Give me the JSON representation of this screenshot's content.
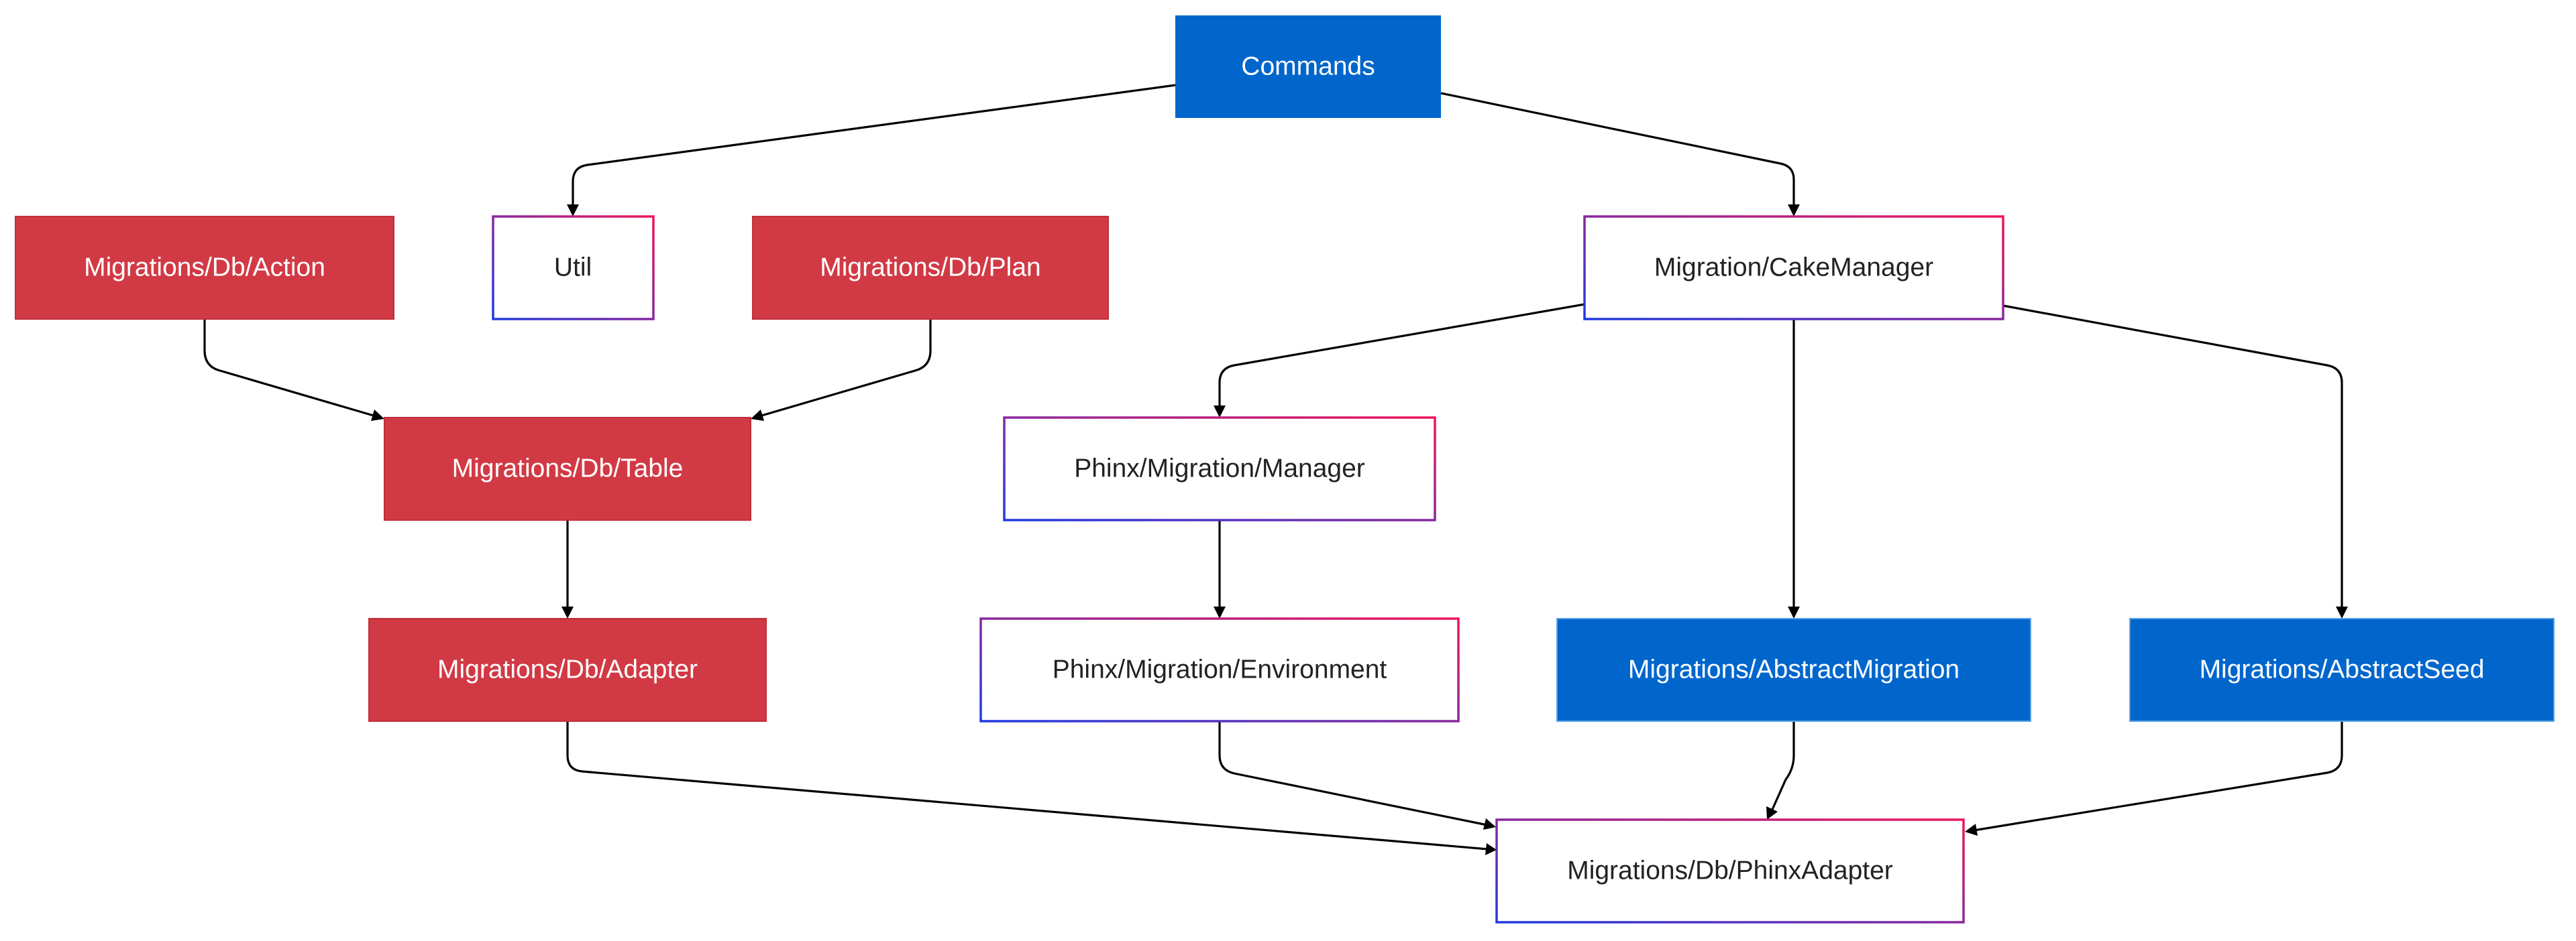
{
  "colors": {
    "blue_fill": "#0066CC",
    "red_fill": "#D13A45",
    "outline_start": "#1F3BE0",
    "outline_end": "#F0145A",
    "edge": "#000000",
    "text_on_fill": "#FFFFFF",
    "text_on_white": "#222222"
  },
  "nodes": {
    "commands": {
      "label": "Commands",
      "style": "blue"
    },
    "util": {
      "label": "Util",
      "style": "outline"
    },
    "cake_manager": {
      "label": "Migration/CakeManager",
      "style": "outline"
    },
    "db_action": {
      "label": "Migrations/Db/Action",
      "style": "red"
    },
    "db_plan": {
      "label": "Migrations/Db/Plan",
      "style": "red"
    },
    "db_table": {
      "label": "Migrations/Db/Table",
      "style": "red"
    },
    "db_adapter": {
      "label": "Migrations/Db/Adapter",
      "style": "red"
    },
    "phinx_manager": {
      "label": "Phinx/Migration/Manager",
      "style": "outline"
    },
    "phinx_environment": {
      "label": "Phinx/Migration/Environment",
      "style": "outline"
    },
    "abstract_migration": {
      "label": "Migrations/AbstractMigration",
      "style": "blue"
    },
    "abstract_seed": {
      "label": "Migrations/AbstractSeed",
      "style": "blue"
    },
    "phinx_adapter": {
      "label": "Migrations/Db/PhinxAdapter",
      "style": "outline"
    }
  },
  "edges": [
    {
      "from": "Commands",
      "to": "Util"
    },
    {
      "from": "Commands",
      "to": "Migration/CakeManager"
    },
    {
      "from": "Migrations/Db/Action",
      "to": "Migrations/Db/Table"
    },
    {
      "from": "Migrations/Db/Plan",
      "to": "Migrations/Db/Table"
    },
    {
      "from": "Migrations/Db/Table",
      "to": "Migrations/Db/Adapter"
    },
    {
      "from": "Migration/CakeManager",
      "to": "Phinx/Migration/Manager"
    },
    {
      "from": "Migration/CakeManager",
      "to": "Migrations/AbstractMigration"
    },
    {
      "from": "Migration/CakeManager",
      "to": "Migrations/AbstractSeed"
    },
    {
      "from": "Phinx/Migration/Manager",
      "to": "Phinx/Migration/Environment"
    },
    {
      "from": "Migrations/Db/Adapter",
      "to": "Migrations/Db/PhinxAdapter"
    },
    {
      "from": "Phinx/Migration/Environment",
      "to": "Migrations/Db/PhinxAdapter"
    },
    {
      "from": "Migrations/AbstractMigration",
      "to": "Migrations/Db/PhinxAdapter"
    },
    {
      "from": "Migrations/AbstractSeed",
      "to": "Migrations/Db/PhinxAdapter"
    }
  ]
}
